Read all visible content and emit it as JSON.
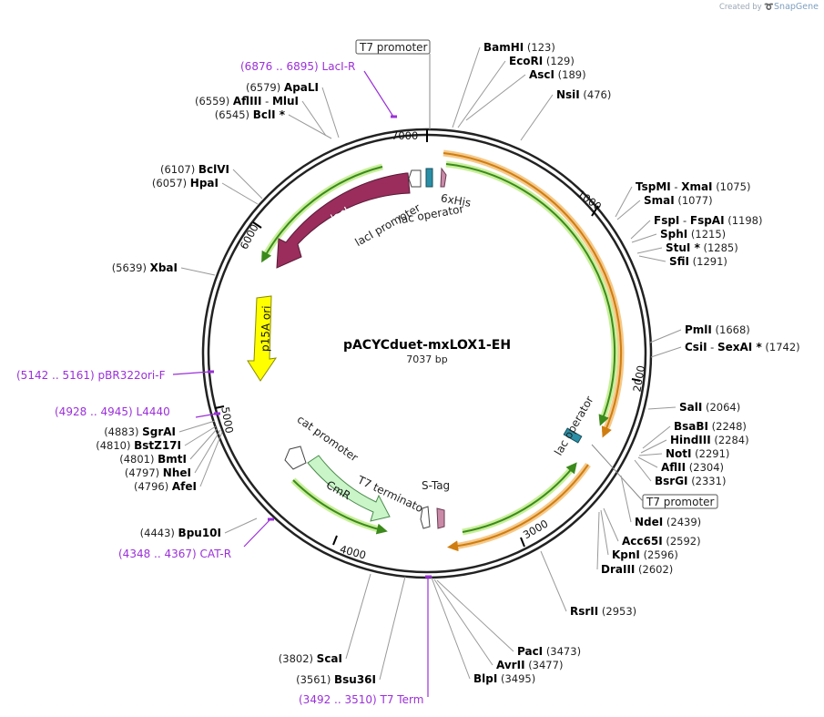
{
  "credit": {
    "prefix": "Created by",
    "brand": "SnapGene"
  },
  "plasmid": {
    "name": "pACYCduet-mxLOX1-EH",
    "size": "7037 bp",
    "length": 7037
  },
  "ticks": [
    "7000",
    "1000",
    "2000",
    "3000",
    "4000",
    "5000",
    "6000"
  ],
  "features": {
    "lacI": "lacI",
    "lacI_promoter": "lacI promoter",
    "lac_operator_top": "lac operator",
    "his": "6xHis",
    "p15a": "p15A ori",
    "cat_promoter": "cat promoter",
    "cmr": "CmR",
    "t7_terminator": "T7 terminator",
    "stag": "S-Tag",
    "lac_operator_right": "lac operator",
    "t7_promoter_top": "T7 promoter",
    "t7_promoter_right": "T7 promoter"
  },
  "enzymes": [
    {
      "name": "BamHI",
      "pos": "(123)"
    },
    {
      "name": "EcoRI",
      "pos": "(129)"
    },
    {
      "name": "AscI",
      "pos": "(189)"
    },
    {
      "name": "NsiI",
      "pos": "(476)"
    },
    {
      "name": "TspMI",
      "sep": "-",
      "name2": "XmaI",
      "pos": "(1075)"
    },
    {
      "name": "SmaI",
      "pos": "(1077)"
    },
    {
      "name": "FspI",
      "sep": "-",
      "name2": "FspAI",
      "pos": "(1198)"
    },
    {
      "name": "SphI",
      "pos": "(1215)"
    },
    {
      "name": "StuI *",
      "pos": "(1285)"
    },
    {
      "name": "SfiI",
      "pos": "(1291)"
    },
    {
      "name": "PmlI",
      "pos": "(1668)"
    },
    {
      "name": "CsiI",
      "sep": "-",
      "name2": "SexAI *",
      "pos": "(1742)"
    },
    {
      "name": "SalI",
      "pos": "(2064)"
    },
    {
      "name": "BsaBI",
      "pos": "(2248)"
    },
    {
      "name": "HindIII",
      "pos": "(2284)"
    },
    {
      "name": "NotI",
      "pos": "(2291)"
    },
    {
      "name": "AflII",
      "pos": "(2304)"
    },
    {
      "name": "BsrGI",
      "pos": "(2331)"
    },
    {
      "name": "NdeI",
      "pos": "(2439)"
    },
    {
      "name": "Acc65I",
      "pos": "(2592)"
    },
    {
      "name": "KpnI",
      "pos": "(2596)"
    },
    {
      "name": "DraIII",
      "pos": "(2602)"
    },
    {
      "name": "RsrII",
      "pos": "(2953)"
    },
    {
      "name": "PacI",
      "pos": "(3473)"
    },
    {
      "name": "AvrII",
      "pos": "(3477)"
    },
    {
      "name": "BlpI",
      "pos": "(3495)"
    },
    {
      "name": "Bsu36I",
      "pos": "(3561)"
    },
    {
      "name": "ScaI",
      "pos": "(3802)"
    },
    {
      "name": "Bpu10I",
      "pos": "(4443)"
    },
    {
      "name": "AfeI",
      "pos": "(4796)"
    },
    {
      "name": "NheI",
      "pos": "(4797)"
    },
    {
      "name": "BmtI",
      "pos": "(4801)"
    },
    {
      "name": "BstZ17I",
      "pos": "(4810)"
    },
    {
      "name": "SgrAI",
      "pos": "(4883)"
    },
    {
      "name": "XbaI",
      "pos": "(5639)"
    },
    {
      "name": "HpaI",
      "pos": "(6057)"
    },
    {
      "name": "BclVI",
      "pos": "(6107)"
    },
    {
      "name": "BclI *",
      "pos": "(6545)"
    },
    {
      "name": "AflIII",
      "sep": "-",
      "name2": "MluI",
      "pos": "(6559)"
    },
    {
      "name": "ApaLI",
      "pos": "(6579)"
    }
  ],
  "primers": [
    {
      "range": "(6876 .. 6895)",
      "name": "LacI-R"
    },
    {
      "range": "(5142 .. 5161)",
      "name": "pBR322ori-F"
    },
    {
      "range": "(4928 .. 4945)",
      "name": "L4440"
    },
    {
      "range": "(4348 .. 4367)",
      "name": "CAT-R"
    },
    {
      "range": "(3492 .. 3510)",
      "name": "T7 Term"
    }
  ],
  "colors": {
    "primer": "#9b30d9",
    "lacI": "#9a2d5c",
    "p15a": "#ffff00",
    "cmr": "#c9f5c9",
    "orf_green": "#3b8a1c",
    "orf_orange": "#f0a030",
    "operator": "#2a8fa6"
  }
}
